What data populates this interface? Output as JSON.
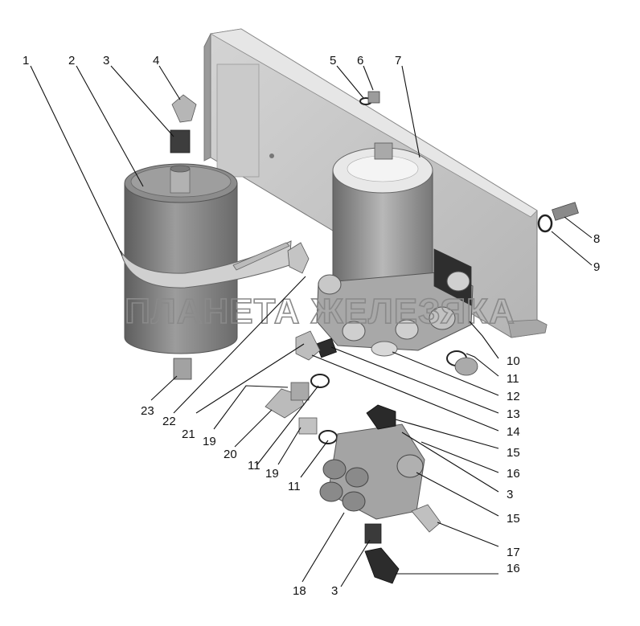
{
  "watermark": "ПЛАНЕТА ЖЕЛЕЗЯКА",
  "colors": {
    "part_dark": "#6f6f6f",
    "part_mid": "#9a9a9a",
    "part_light": "#cfcfcf",
    "bracket": "#c4c4c4",
    "line": "#111111"
  },
  "callouts": [
    {
      "id": "c1",
      "label": "1"
    },
    {
      "id": "c2",
      "label": "2"
    },
    {
      "id": "c3a",
      "label": "3"
    },
    {
      "id": "c4",
      "label": "4"
    },
    {
      "id": "c5",
      "label": "5"
    },
    {
      "id": "c6",
      "label": "6"
    },
    {
      "id": "c7",
      "label": "7"
    },
    {
      "id": "c8",
      "label": "8"
    },
    {
      "id": "c9",
      "label": "9"
    },
    {
      "id": "c10",
      "label": "10"
    },
    {
      "id": "c11a",
      "label": "11"
    },
    {
      "id": "c12",
      "label": "12"
    },
    {
      "id": "c13",
      "label": "13"
    },
    {
      "id": "c14",
      "label": "14"
    },
    {
      "id": "c15a",
      "label": "15"
    },
    {
      "id": "c16a",
      "label": "16"
    },
    {
      "id": "c3b",
      "label": "3"
    },
    {
      "id": "c15b",
      "label": "15"
    },
    {
      "id": "c17",
      "label": "17"
    },
    {
      "id": "c16b",
      "label": "16"
    },
    {
      "id": "c3c",
      "label": "3"
    },
    {
      "id": "c18",
      "label": "18"
    },
    {
      "id": "c11b",
      "label": "11"
    },
    {
      "id": "c19a",
      "label": "19"
    },
    {
      "id": "c11c",
      "label": "11"
    },
    {
      "id": "c20",
      "label": "20"
    },
    {
      "id": "c19b",
      "label": "19"
    },
    {
      "id": "c21",
      "label": "21"
    },
    {
      "id": "c22",
      "label": "22"
    },
    {
      "id": "c23",
      "label": "23"
    }
  ]
}
